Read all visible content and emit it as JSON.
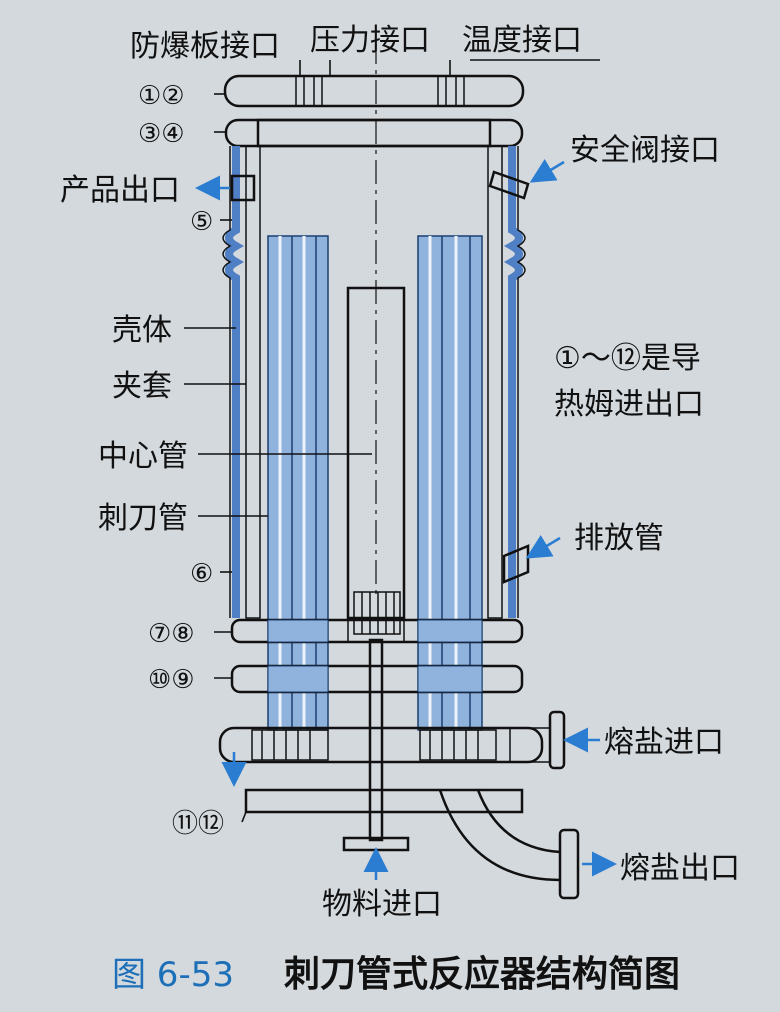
{
  "labels": {
    "top_left": "防爆板接口",
    "top_mid": "压力接口",
    "top_right": "温度接口",
    "safety_valve": "安全阀接口",
    "product_outlet": "产品出口",
    "shell": "壳体",
    "jacket": "夹套",
    "center_tube": "中心管",
    "bayonet_tube": "刺刀管",
    "drain_tube": "排放管",
    "note_line1": "①～⑫是导",
    "note_line2": "热姆进出口",
    "salt_inlet": "熔盐进口",
    "salt_outlet": "熔盐出口",
    "feed_inlet": "物料进口"
  },
  "ports": {
    "p12": "①②",
    "p34": "③④",
    "p5": "⑤",
    "p6": "⑥",
    "p78": "⑦⑧",
    "p109": "⑩⑨",
    "p1112": "⑪⑫"
  },
  "caption": {
    "number": "图 6-53",
    "title": "刺刀管式反应器结构简图"
  },
  "colors": {
    "background": "#d3d9dd",
    "tube_blue": "#8fb3dc",
    "jacket_blue": "#4f7fc4",
    "arrow_blue": "#2a7dd1",
    "caption_blue": "#1d6fb8"
  }
}
